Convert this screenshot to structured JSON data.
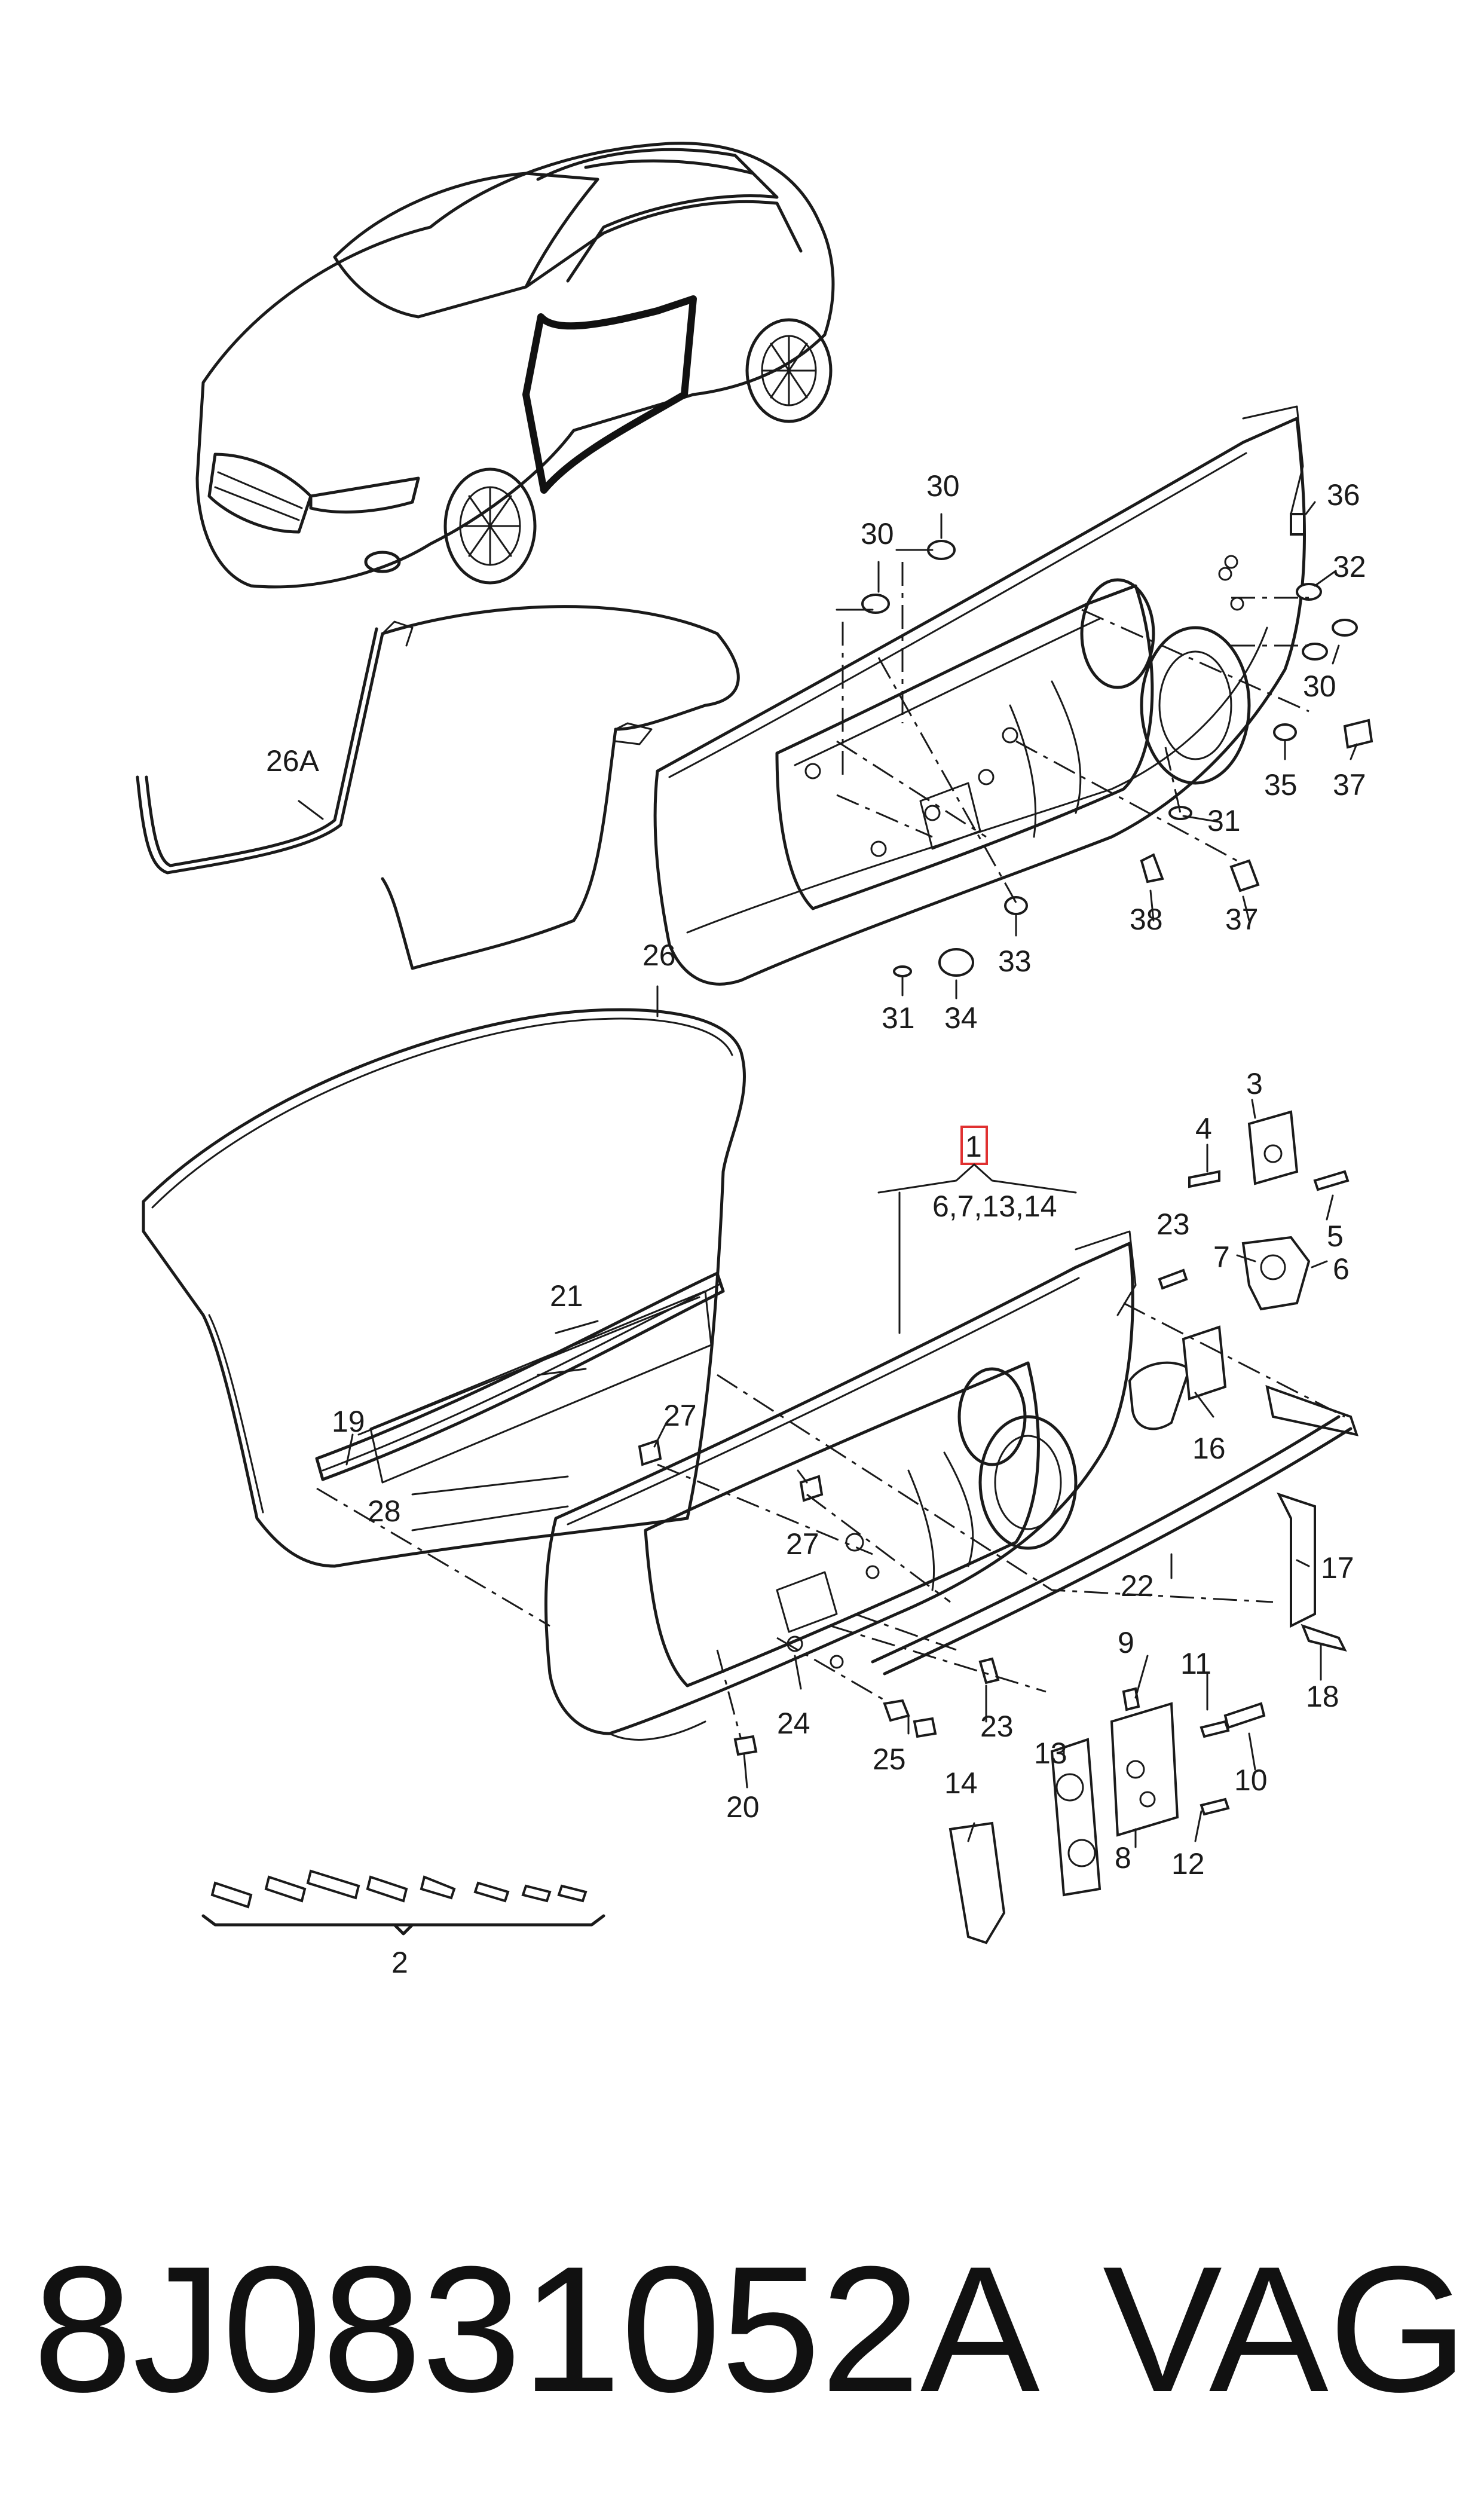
{
  "diagram": {
    "callouts": {
      "c1": "1",
      "c1_children": "6,7,13,14",
      "c2": "2",
      "c3": "3",
      "c4": "4",
      "c5": "5",
      "c6": "6",
      "c7": "7",
      "c8": "8",
      "c9": "9",
      "c10": "10",
      "c11": "11",
      "c12": "12",
      "c13": "13",
      "c14": "14",
      "c16": "16",
      "c17": "17",
      "c18": "18",
      "c19": "19",
      "c20": "20",
      "c21": "21",
      "c22": "22",
      "c23": "23",
      "c24": "24",
      "c25": "25",
      "c26": "26",
      "c26a": "26A",
      "c27": "27",
      "c28": "28",
      "c30": "30",
      "c31": "31",
      "c32": "32",
      "c33": "33",
      "c34": "34",
      "c35": "35",
      "c36": "36",
      "c37": "37",
      "c38": "38"
    },
    "highlight_color": "#e03030"
  },
  "footer": {
    "part_number": "8J0831052A",
    "brand": "VAG"
  }
}
